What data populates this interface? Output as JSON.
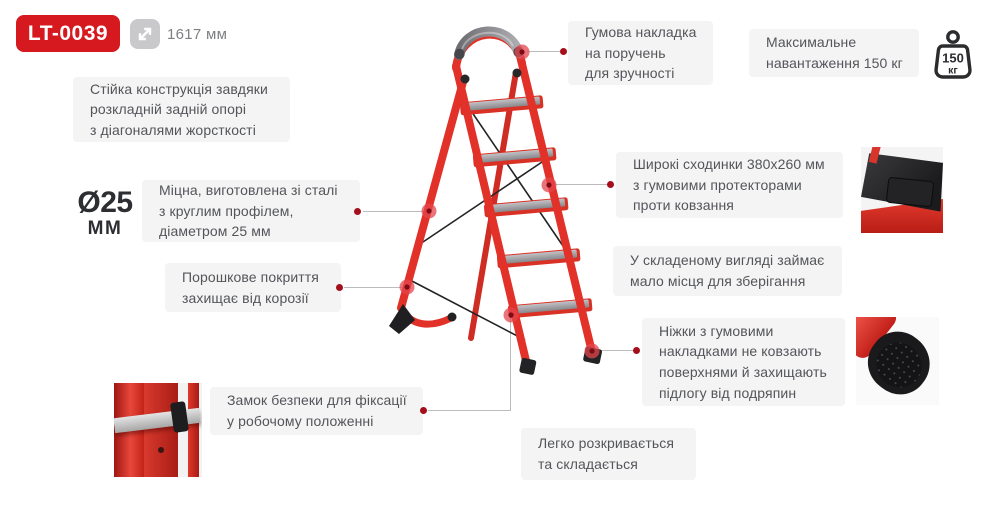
{
  "header": {
    "model_badge": "LT-0039",
    "dimension_value": "1617 мм",
    "dimension_icon": "expand-diagonal-icon"
  },
  "spec_highlights": {
    "diameter_value": "Ø25",
    "diameter_unit": "ММ",
    "weight_icon_value": "150",
    "weight_icon_unit": "кг"
  },
  "callouts": {
    "construction": "Стійка конструкція завдяки\nрозкладній задній опорі\nз діагоналями жорсткості",
    "steel": "Міцна, виготовлена зі сталі\nз круглим профілем,\nдіаметром 25 мм",
    "coating": "Порошкове покриття\nзахищає від корозії",
    "lock": "Замок безпеки для фіксації\nу робочому положенні",
    "handle": "Гумова накладка\nна поручень\nдля зручності",
    "steps": "Широкі сходинки 380х260 мм\nз гумовими протекторами\nпроти ковзання",
    "folded": "У складеному вигляді займає\nмало місця для зберігання",
    "max_load": "Максимальне\nнавантаження 150 кг",
    "feet": "Ніжки з гумовими\nнакладками не ковзають\nповерхнями й захищають\nпідлогу від подряпин",
    "easy": "Легко розкривається\nта складається"
  },
  "images": {
    "ladder": "red-step-ladder-5-steps",
    "lock_photo": "safety-lock-close-up",
    "steps_photo": "rubber-step-surface",
    "foot_photo": "rubber-foot-cap"
  },
  "colors": {
    "accent_red": "#d6181f",
    "box_bg": "#f4f4f4",
    "text_gray": "#54555a",
    "marker_red": "#c41425",
    "connector_gray": "#bcbcbc",
    "dark": "#2b2c2e"
  }
}
